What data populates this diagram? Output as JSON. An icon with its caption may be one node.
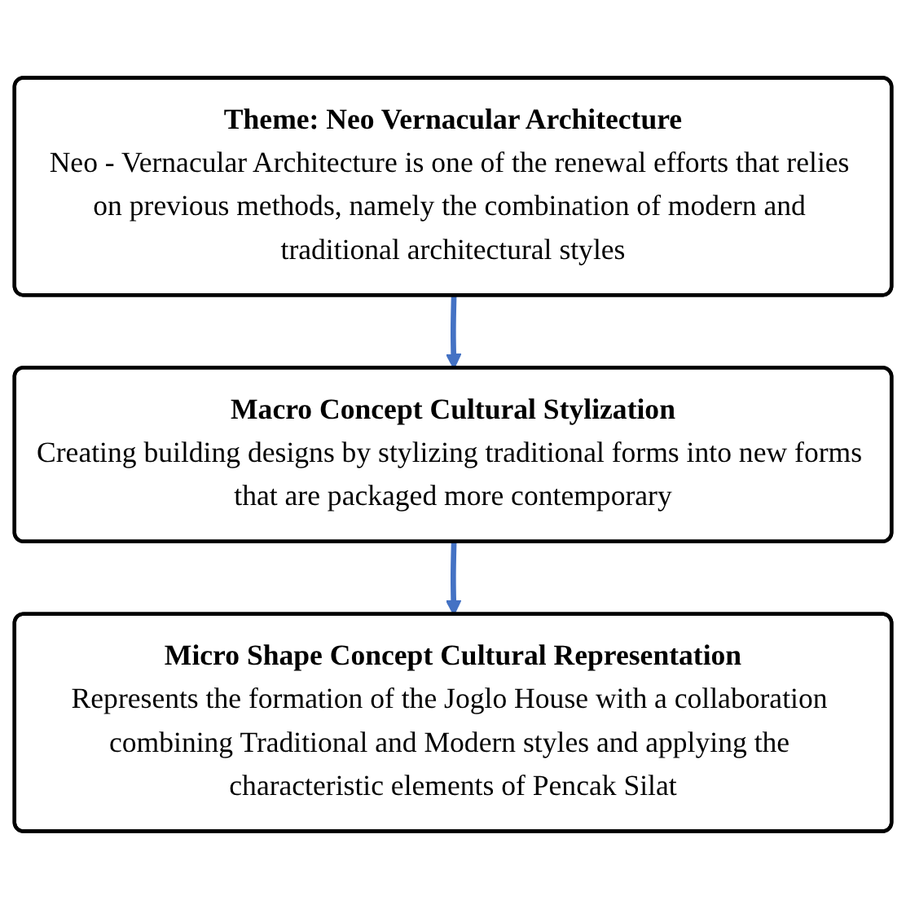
{
  "diagram": {
    "nodes": [
      {
        "text": [
          "Theme: Neo Vernacular Architecture",
          "Neo - Vernacular Architecture is one of the renewal efforts that relies on previous methods, namely the combination of modern and traditional architectural styles"
        ]
      },
      {
        "text": [
          "Macro Concept Cultural Stylization",
          "Creating building designs by stylizing traditional forms into new forms that are packaged more contemporary"
        ]
      },
      {
        "text": [
          "Micro Shape Concept Cultural Representation",
          "Represents the formation of the Joglo House with a collaboration combining Traditional and Modern styles and applying the characteristic elements of Pencak Silat"
        ]
      }
    ],
    "edges": [
      {
        "from": 0,
        "to": 1,
        "arrow": "to"
      },
      {
        "from": 1,
        "to": 2,
        "arrow": "to"
      }
    ]
  }
}
